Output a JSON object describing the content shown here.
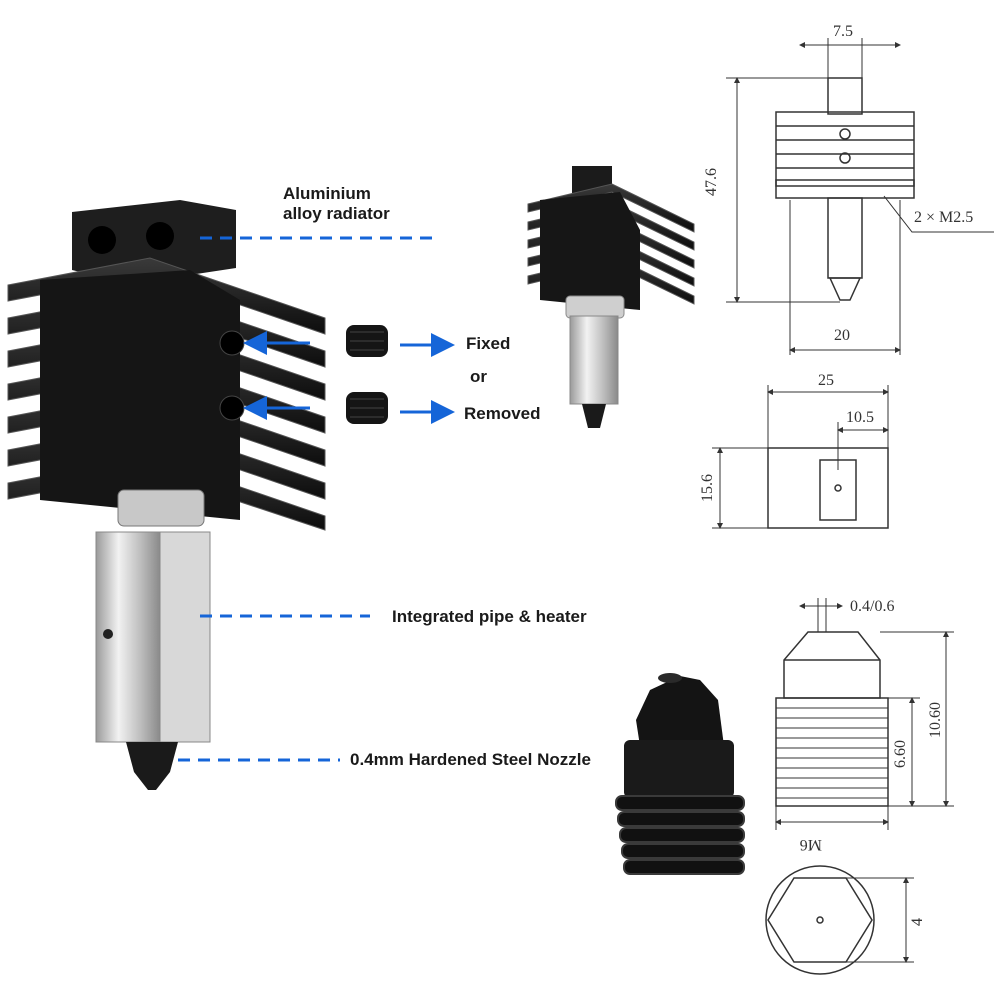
{
  "labels": {
    "radiator_line1": "Aluminium",
    "radiator_line2": "alloy radiator",
    "fixed": "Fixed",
    "or": "or",
    "removed": "Removed",
    "pipe_heater": "Integrated pipe & heater",
    "nozzle": "0.4mm  Hardened Steel Nozzle"
  },
  "dimensions": {
    "top_width": "7.5",
    "height": "47.6",
    "screws": "2 × M2.5",
    "base_width": "20",
    "block_width": "25",
    "block_offset": "10.5",
    "block_height": "15.6",
    "nozzle_bore": "0.4/0.6",
    "nozzle_length": "10.60",
    "thread_length": "6.60",
    "thread": "M6",
    "hex": "4"
  },
  "colors": {
    "arrow_blue": "#1565d8",
    "heatsink_black": "#1b1b1b",
    "heater_silver": "#c9c9c9",
    "line_gray": "#333333"
  }
}
